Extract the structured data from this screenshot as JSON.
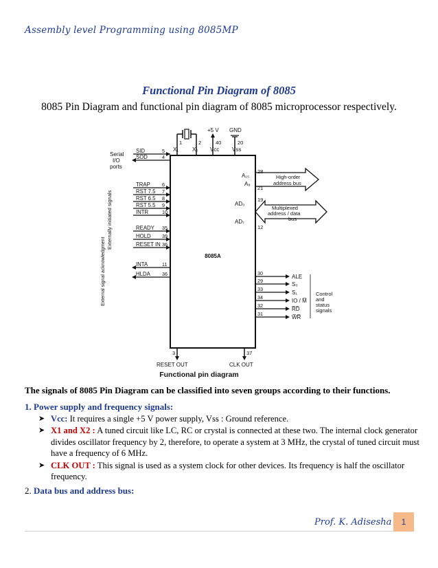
{
  "header": "Assembly level Programming using 8085MP",
  "title": "Functional Pin Diagram of 8085",
  "intro": "8085 Pin Diagram and functional pin diagram of 8085 microprocessor respectively.",
  "diagram": {
    "chip": "8085A",
    "caption": "Functional pin diagram",
    "top": {
      "x1": "X₁",
      "x2": "X₂",
      "vcc": "Vcc",
      "vss": "Vss",
      "p1": "1",
      "p2": "2",
      "p40": "40",
      "p20": "20",
      "plus5": "+5 V",
      "gnd": "GND"
    },
    "left_groups": {
      "serial": "Serial",
      "io": "I/O",
      "ports": "ports",
      "ext_init": "Externally initiated signals",
      "ext_ack": "External signal acknowledgment"
    },
    "left_pins": [
      {
        "name": "SID",
        "num": "5"
      },
      {
        "name": "SOD",
        "num": "4"
      },
      {
        "name": "TRAP",
        "num": "6"
      },
      {
        "name": "RST 7.5",
        "num": "7"
      },
      {
        "name": "RST 6.5",
        "num": "8"
      },
      {
        "name": "RST 5.5",
        "num": "9"
      },
      {
        "name": "INTR",
        "num": "10"
      },
      {
        "name": "READY",
        "num": "35"
      },
      {
        "name": "HOLD",
        "num": "39"
      },
      {
        "name": "RESET IN",
        "num": "36"
      },
      {
        "name": "INTA",
        "num": "11"
      },
      {
        "name": "HLDA",
        "num": "36"
      }
    ],
    "right_top": {
      "a15": "A₁₅",
      "a8": "A₈",
      "n28": "28",
      "n21": "21",
      "high_bus": "High-order address bus",
      "ad0": "AD₀",
      "ad7": "AD₇",
      "n19": "19",
      "n12": "12",
      "mux_bus": "Multiplexed address / data bus"
    },
    "right_pins": [
      {
        "num": "30",
        "name": "ALE"
      },
      {
        "num": "29",
        "name": "S₀"
      },
      {
        "num": "33",
        "name": "S₁"
      },
      {
        "num": "34",
        "name": "IO / M̅"
      },
      {
        "num": "32",
        "name": "R̅D̅"
      },
      {
        "num": "31",
        "name": "W̅R̅"
      }
    ],
    "control_label": "Control and status signals",
    "bottom": {
      "reset_out": "RESET OUT",
      "clk_out": "CLK OUT",
      "n3": "3",
      "n37": "37"
    }
  },
  "lead": "The signals of 8085 Pin Diagram can be classified into seven groups according to their functions.",
  "section1": {
    "num": "1.",
    "label": "Power supply and frequency signals:",
    "items": [
      {
        "key": "Vcc:",
        "text": " It requires a single +5 V power supply, Vss : Ground reference."
      },
      {
        "key": "X1 and X2 :",
        "text": " A tuned circuit like LC, RC or crystal is connected at these two. The internal clock generator divides oscillator frequency by 2, therefore, to operate a system at 3 MHz, the crystal of tuned circuit must have a frequency of 6 MHz."
      },
      {
        "key": "CLK OUT :",
        "text": " This signal is used as a system clock for other devices. Its frequency is half the oscillator frequency."
      }
    ]
  },
  "section2": {
    "num": "2.",
    "label": "Data bus and address bus:"
  },
  "footer": {
    "author": "Prof. K. Adisesha",
    "page": "1"
  },
  "colors": {
    "heading_blue": "#1f3a93",
    "keyword_red": "#c00000",
    "page_box": "#f5b98a"
  }
}
